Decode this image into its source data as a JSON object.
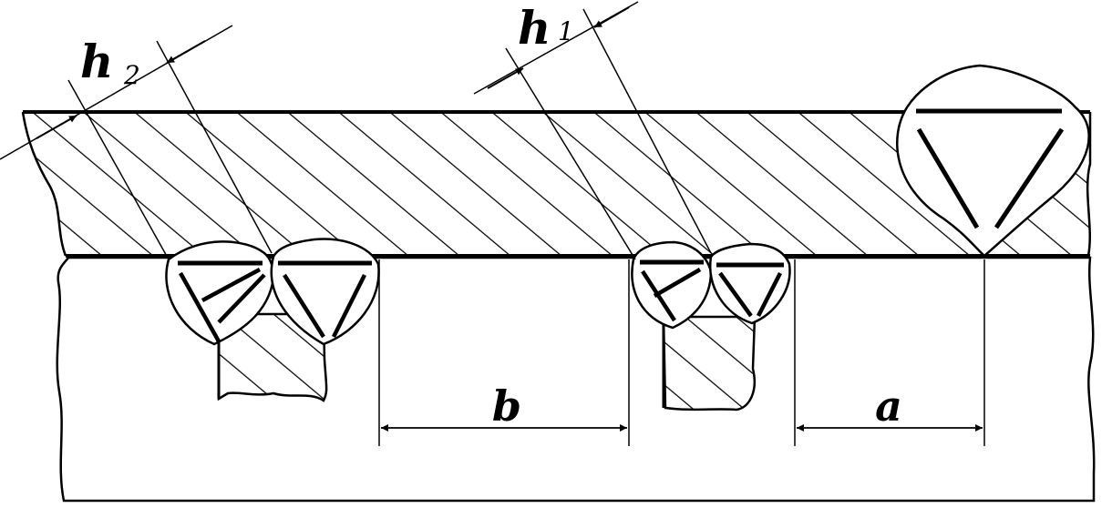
{
  "dimensions": {
    "h2": {
      "main": "h",
      "sub": "2"
    },
    "h1": {
      "main": "h",
      "sub": "1"
    },
    "b": "b",
    "a": "a"
  },
  "colors": {
    "ink": "#000000",
    "paper": "#ffffff"
  }
}
